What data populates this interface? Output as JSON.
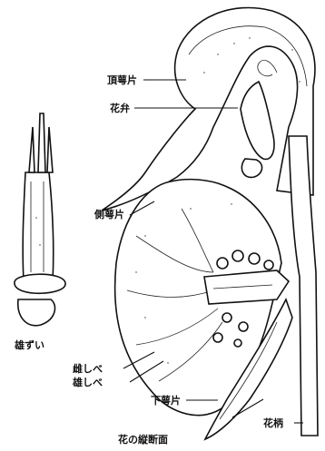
{
  "figure": {
    "caption": "花の縦断面",
    "labels": {
      "dorsal_sepal": "頂萼片",
      "petal": "花弁",
      "lateral_sepal": "側萼片",
      "pistil": "雌しべ",
      "stamen": "雄しべ",
      "lower_sepal": "下萼片",
      "pedicel": "花柄",
      "stamen_column": "雄ずい"
    }
  }
}
